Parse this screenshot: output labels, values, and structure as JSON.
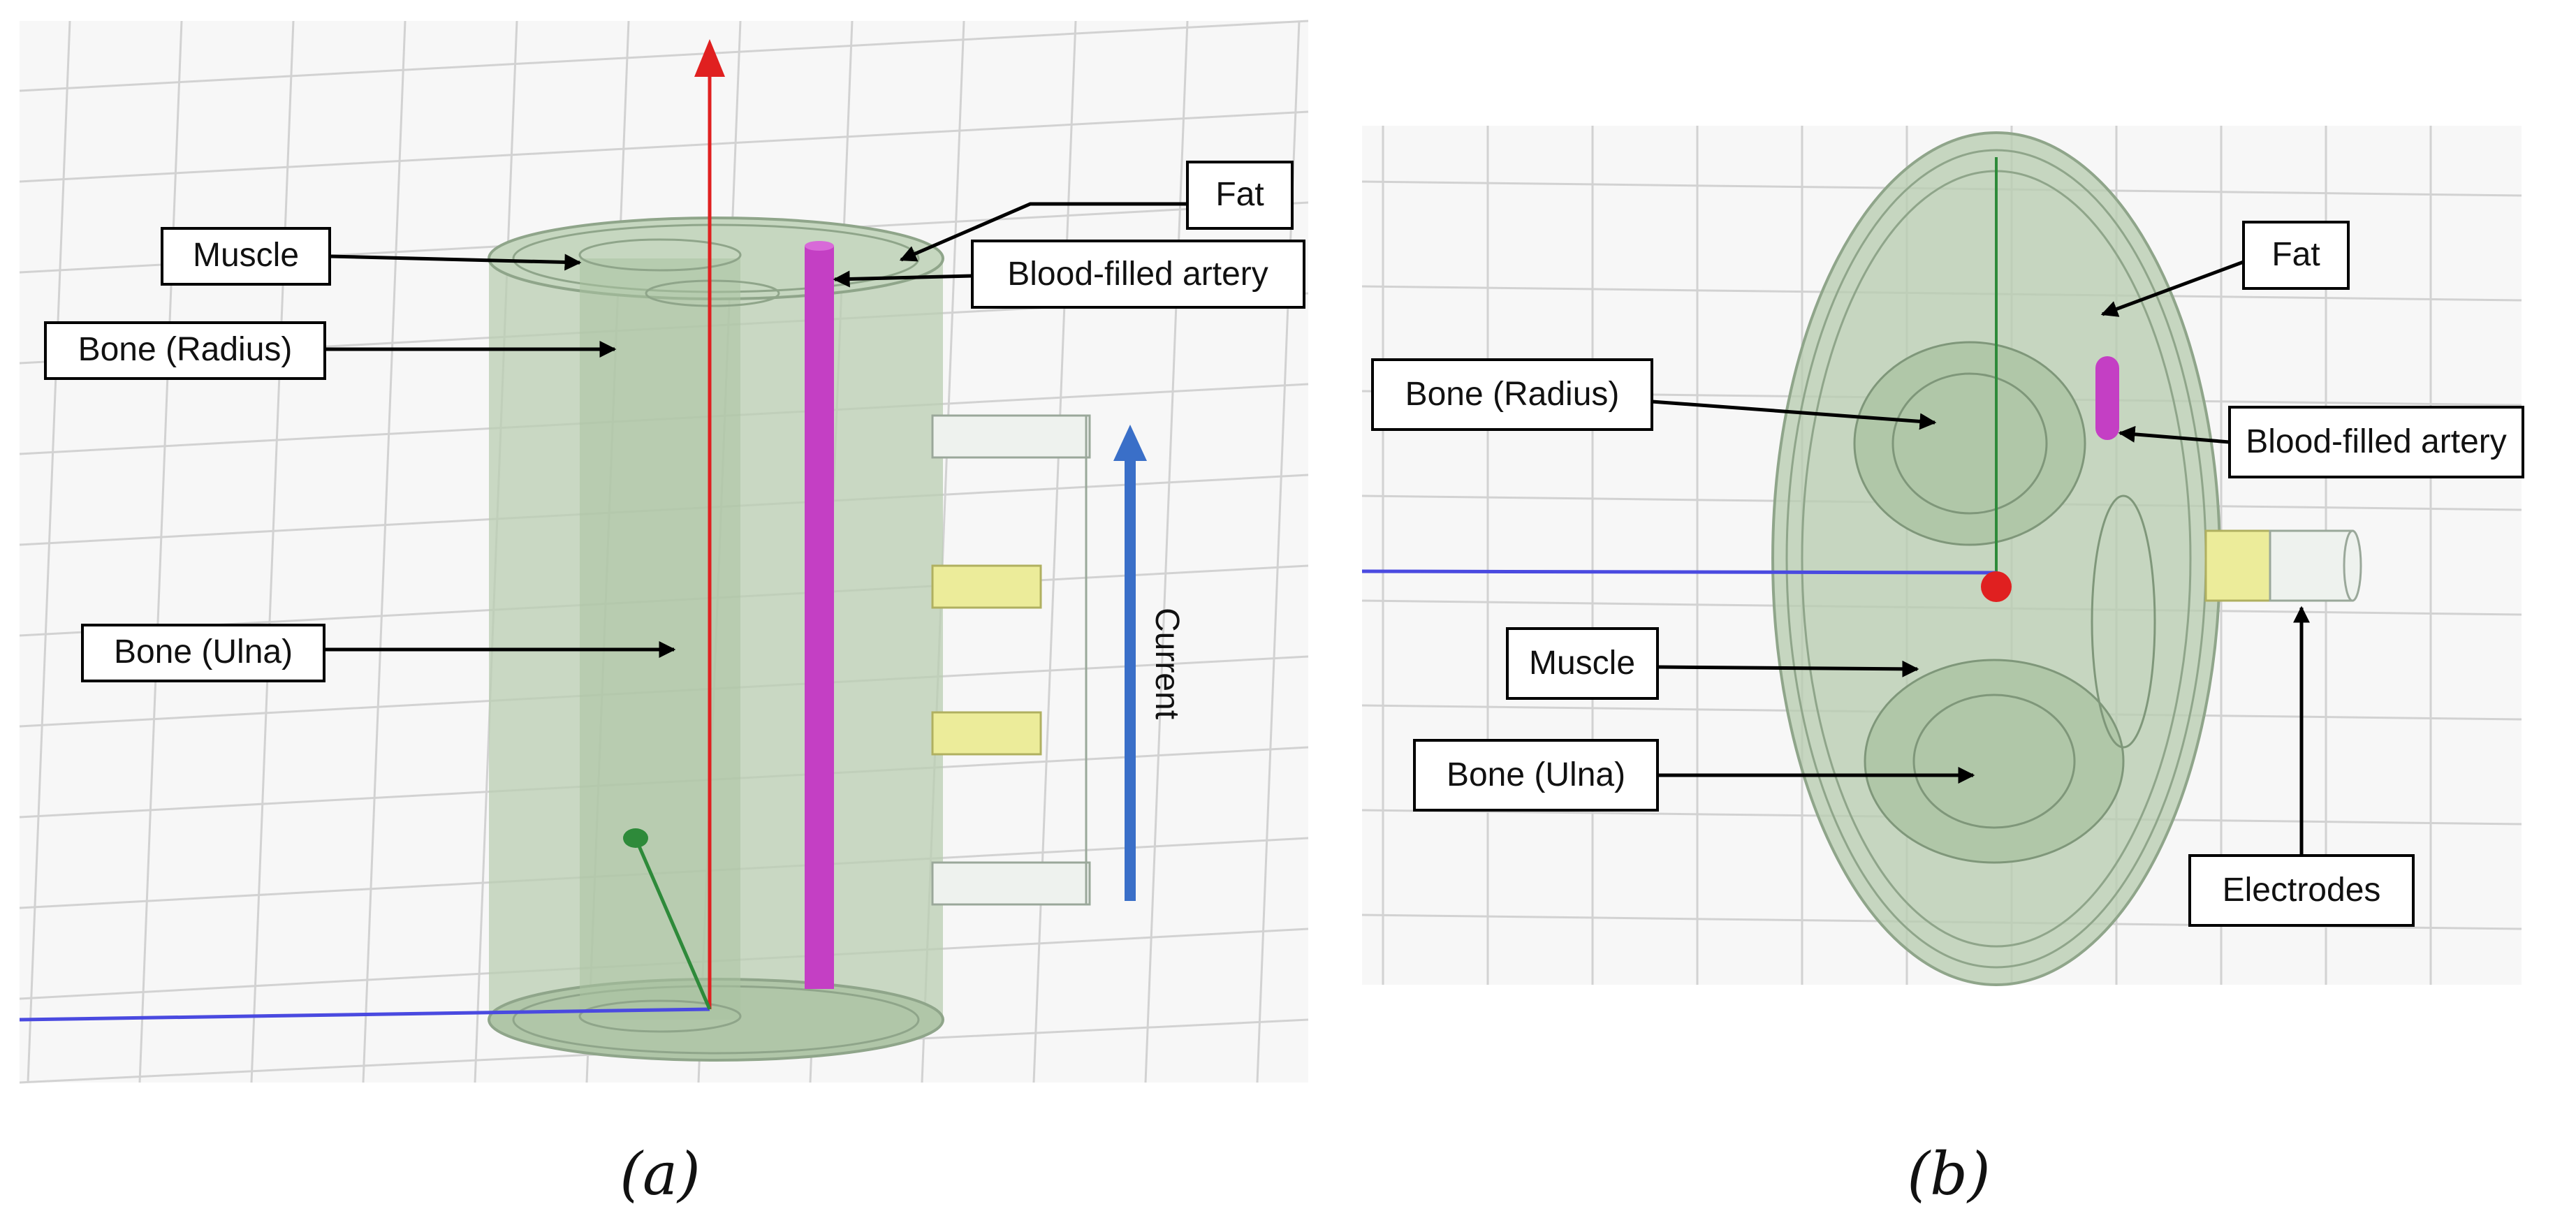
{
  "panel_a": {
    "caption": "(a)",
    "labels": {
      "muscle": "Muscle",
      "bone_radius": "Bone (Radius)",
      "bone_ulna": "Bone (Ulna)",
      "fat": "Fat",
      "artery": "Blood-filled artery",
      "current": "Current"
    }
  },
  "panel_b": {
    "caption": "(b)",
    "labels": {
      "fat": "Fat",
      "bone_radius": "Bone (Radius)",
      "artery": "Blood-filled artery",
      "muscle": "Muscle",
      "bone_ulna": "Bone (Ulna)",
      "electrodes": "Electrodes"
    }
  },
  "colors": {
    "tissue": "#b9cdb2",
    "artery": "#c43fc4",
    "z_axis": "#e02020",
    "x_axis": "#4a4ae0",
    "y_axis": "#2e8a3a",
    "current_arrow": "#3a6fc8",
    "electrode": "#ecec9a"
  }
}
